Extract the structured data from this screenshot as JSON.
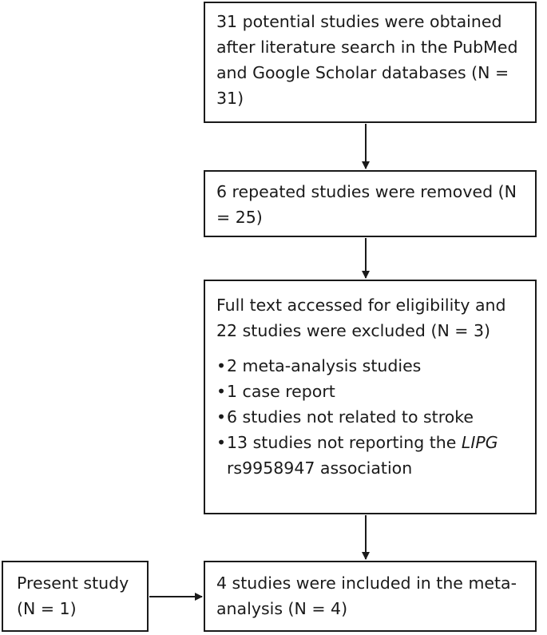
{
  "steps": {
    "search": {
      "text": "31 potential studies were obtained after literature search in the PubMed and Google Scholar databases (N = 31)"
    },
    "duplicates": {
      "text": "6 repeated studies were removed (N = 25)"
    },
    "fulltext": {
      "text": "Full text accessed for eligibility and 22 studies were excluded (N = 3)",
      "exclusions": [
        "2 meta-analysis studies",
        "1 case report",
        "6 studies not related to stroke"
      ],
      "last_exclusion": {
        "prefix": "13 studies not reporting the",
        "gene": "LIPG",
        "suffix": "rs9958947 association"
      }
    },
    "included": {
      "text": "4 studies were included in the meta-analysis (N = 4)"
    },
    "present_study": {
      "text": "Present study (N = 1)"
    }
  },
  "colors": {
    "stroke": "#1a1a1a",
    "background": "#ffffff"
  }
}
